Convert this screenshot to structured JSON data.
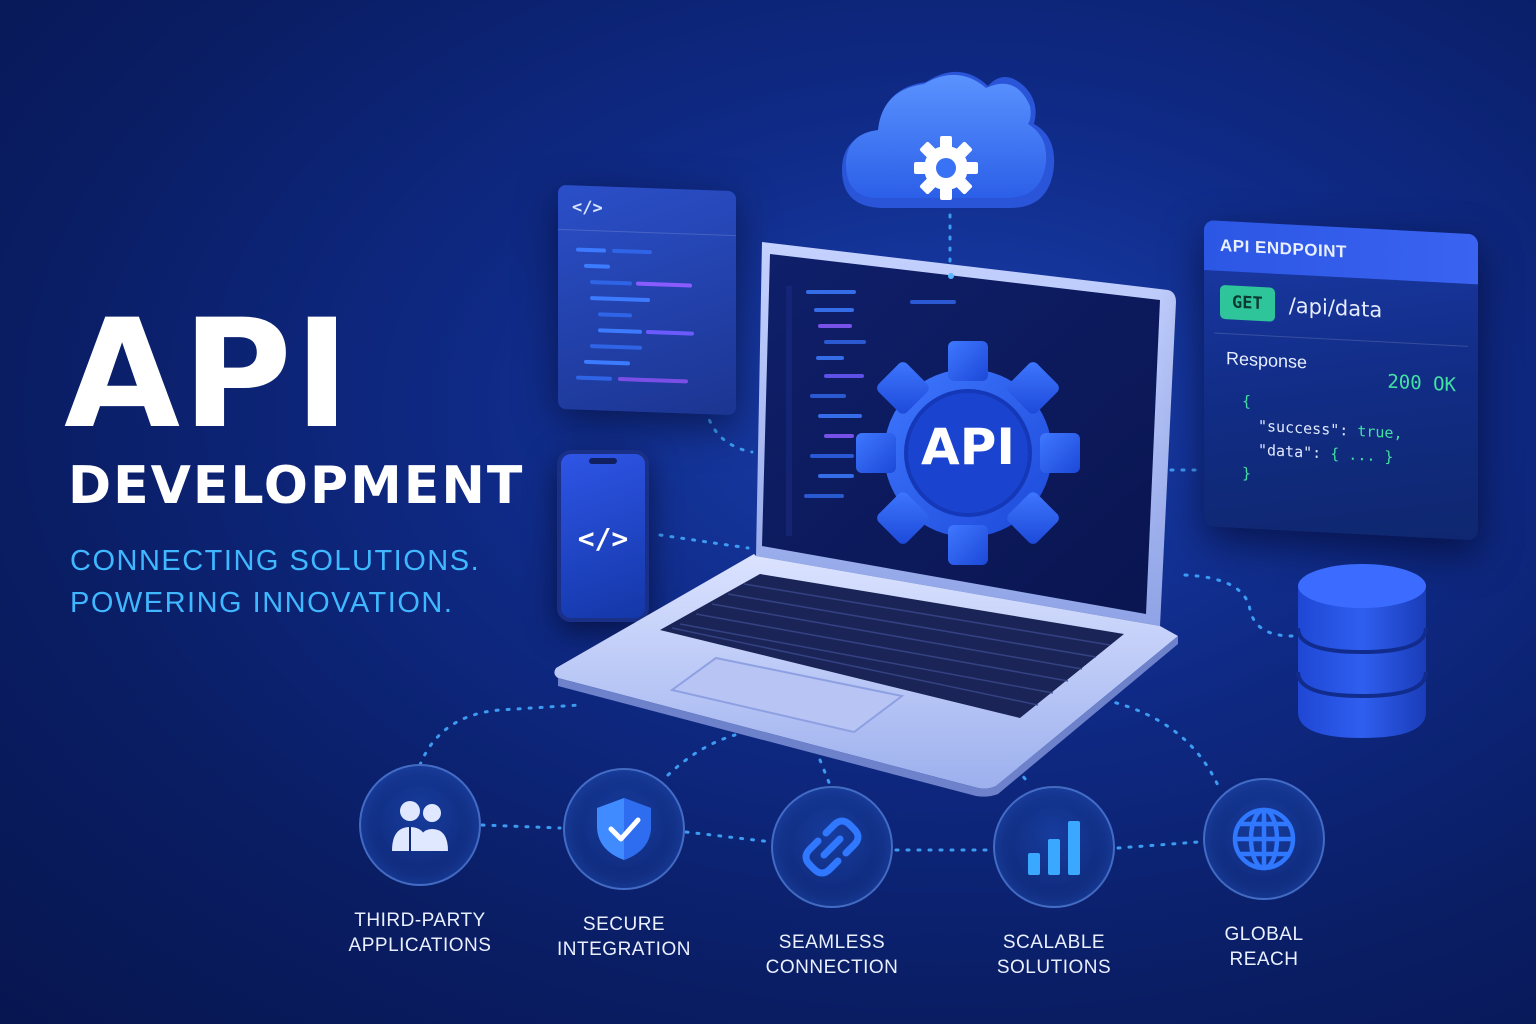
{
  "headline": {
    "title": "API",
    "subtitle": "DEVELOPMENT",
    "tagline_line1": "CONNECTING SOLUTIONS.",
    "tagline_line2": "POWERING INNOVATION."
  },
  "code_window": {
    "glyph": "</>"
  },
  "phone": {
    "glyph": "</>"
  },
  "laptop": {
    "screen_badge": "API"
  },
  "endpoint_card": {
    "header": "API ENDPOINT",
    "method": "GET",
    "path": "/api/data",
    "response_label": "Response",
    "status": "200 OK",
    "json_open": "{",
    "json_key1": "\"success\":",
    "json_val1": "true,",
    "json_key2": "\"data\":",
    "json_val2": "{ ... }",
    "json_close": "}"
  },
  "features": [
    {
      "line1": "THIRD-PARTY",
      "line2": "APPLICATIONS",
      "icon": "users-icon"
    },
    {
      "line1": "SECURE",
      "line2": "INTEGRATION",
      "icon": "shield-check-icon"
    },
    {
      "line1": "SEAMLESS",
      "line2": "CONNECTION",
      "icon": "link-icon"
    },
    {
      "line1": "SCALABLE",
      "line2": "SOLUTIONS",
      "icon": "bar-chart-icon"
    },
    {
      "line1": "GLOBAL",
      "line2": "REACH",
      "icon": "globe-icon"
    }
  ],
  "colors": {
    "accent": "#3fb8ff",
    "success": "#43e0a4",
    "primary_blue": "#2e5bff",
    "background": "#0f2a86"
  }
}
